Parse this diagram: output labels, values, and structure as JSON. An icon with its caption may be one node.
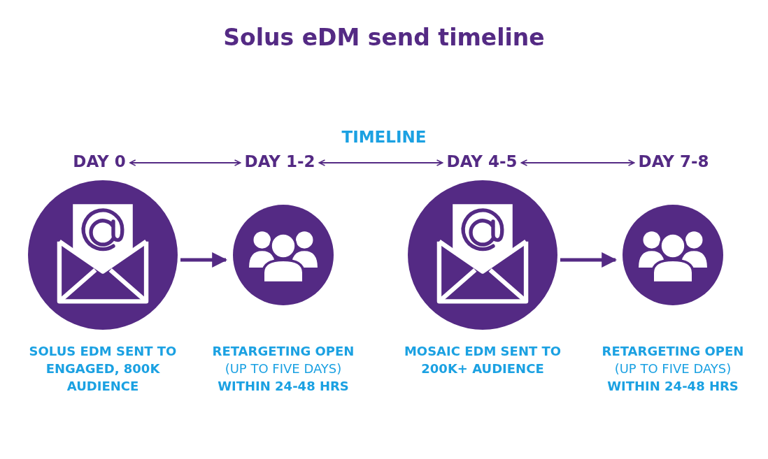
{
  "diagram": {
    "title": "Solus eDM send timeline",
    "nodes": [
      {
        "text": [
          "DAY 0"
        ]
      },
      {
        "text": [
          "DAY 1-2"
        ]
      },
      {
        "text": [
          "DAY 4-5"
        ]
      },
      {
        "text": [
          "DAY 7-8"
        ]
      },
      {
        "text": [],
        "shape": "circle",
        "beside": [
          "SOLUS EDM SENT TO ENGAGED, 800K AUDIENCE"
        ]
      },
      {
        "text": [],
        "shape": "circle",
        "beside": [
          "RETARGETING OPEN",
          "(UP TO FIVE DAYS)",
          "WITHIN 24-48 HRS"
        ]
      },
      {
        "text": [],
        "shape": "circle",
        "beside": [
          "MOSAIC EDM SENT TO 200K+ AUDIENCE"
        ]
      },
      {
        "text": [],
        "shape": "circle",
        "beside": [
          "RETARGETING OPEN",
          "(UP TO FIVE DAYS)",
          "WITHIN 24-48 HRS"
        ]
      }
    ],
    "edges": [
      {
        "from": 0,
        "to": 1,
        "arrow": "both"
      },
      {
        "from": 1,
        "to": 2,
        "arrow": "both"
      },
      {
        "from": 2,
        "to": 3,
        "arrow": "both"
      },
      {
        "from": 4,
        "to": 5,
        "arrow": "to",
        "style": "thick"
      },
      {
        "from": 6,
        "to": 7,
        "arrow": "to",
        "style": "thick"
      }
    ],
    "labels": [
      "TIMELINE"
    ]
  }
}
